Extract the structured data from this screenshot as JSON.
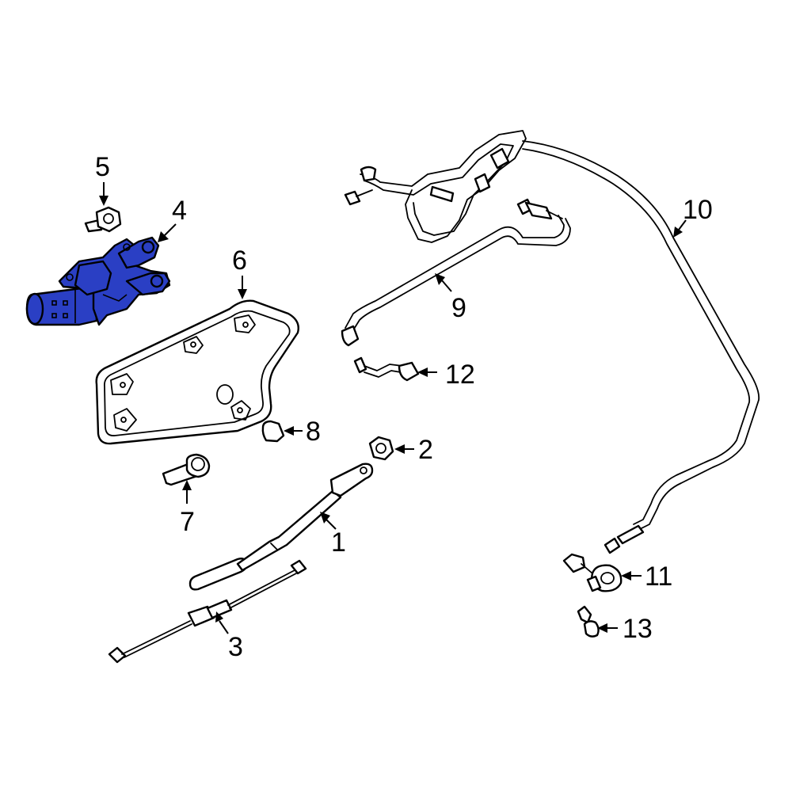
{
  "callouts": {
    "c1": "1",
    "c2": "2",
    "c3": "3",
    "c4": "4",
    "c5": "5",
    "c6": "6",
    "c7": "7",
    "c8": "8",
    "c9": "9",
    "c10": "10",
    "c11": "11",
    "c12": "12",
    "c13": "13"
  },
  "colors": {
    "highlight": "#2a3fc4",
    "line": "#000000",
    "background": "#ffffff"
  }
}
